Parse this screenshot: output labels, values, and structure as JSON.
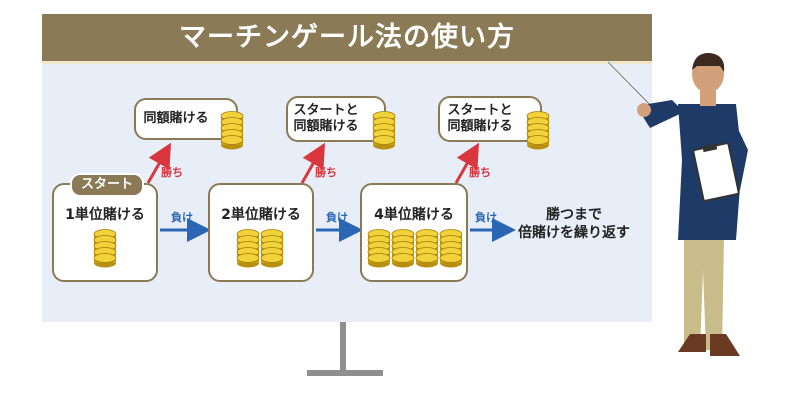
{
  "title": "マーチンゲール法の使い方",
  "start_tag": "スタート",
  "steps": [
    {
      "label": "1単位賭ける"
    },
    {
      "label": "2単位賭ける"
    },
    {
      "label": "4単位賭ける"
    }
  ],
  "win_bubbles": [
    {
      "line1": "同額賭ける",
      "line2": ""
    },
    {
      "line1": "スタートと",
      "line2": "同額賭ける"
    },
    {
      "line1": "スタートと",
      "line2": "同額賭ける"
    }
  ],
  "win_label": "勝ち",
  "lose_label": "負け",
  "final": {
    "line1": "勝つまで",
    "line2": "倍賭けを繰り返す"
  },
  "colors": {
    "title_bar": "#8a7a55",
    "board": "#e7eef8",
    "win_arrow": "#d9363e",
    "lose_arrow": "#2a66b3",
    "coin": "#e3c022"
  },
  "icons": [
    "coin-stack-icon",
    "presenter-illustration"
  ]
}
